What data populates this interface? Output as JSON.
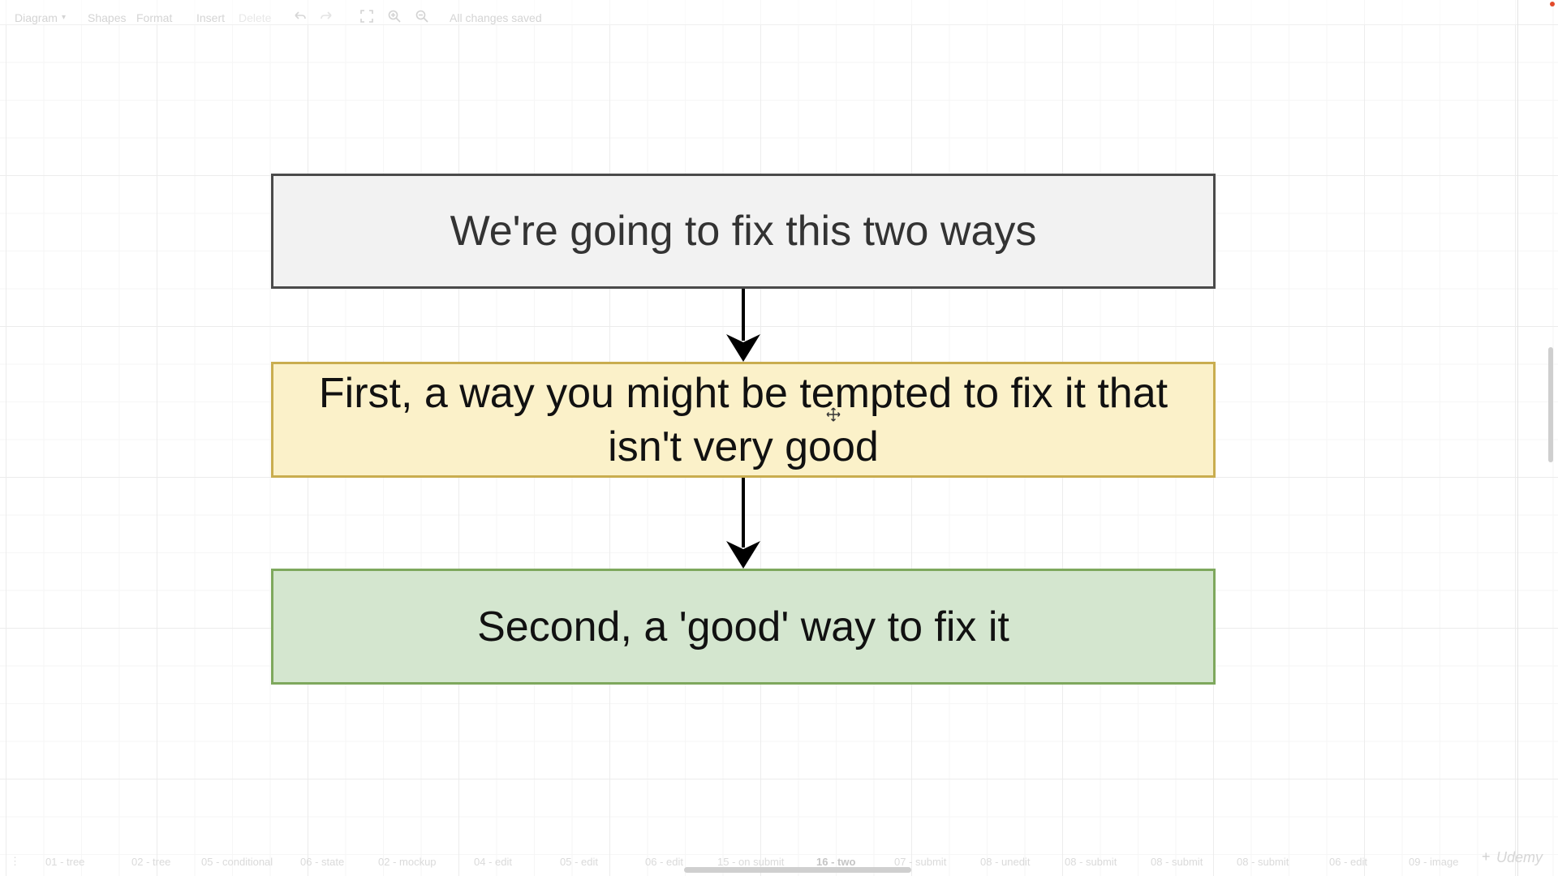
{
  "toolbar": {
    "diagram_menu": "Diagram",
    "shapes": "Shapes",
    "format": "Format",
    "insert": "Insert",
    "delete": "Delete",
    "status": "All changes saved"
  },
  "diagram": {
    "box1": "We're going to fix this two ways",
    "box2": "First, a way you might be tempted to fix it that isn't very good",
    "box3": "Second, a 'good' way to fix it"
  },
  "pages": [
    {
      "label": "01 - tree"
    },
    {
      "label": "02 - tree"
    },
    {
      "label": "05 - conditional"
    },
    {
      "label": "06 - state"
    },
    {
      "label": "02 - mockup"
    },
    {
      "label": "04 - edit"
    },
    {
      "label": "05 - edit"
    },
    {
      "label": "06 - edit"
    },
    {
      "label": "15 - on submit"
    },
    {
      "label": "16 - two"
    },
    {
      "label": "07 - submit"
    },
    {
      "label": "08 - unedit"
    },
    {
      "label": "08 - submit"
    },
    {
      "label": "08 - submit"
    },
    {
      "label": "08 - submit"
    },
    {
      "label": "06 - edit"
    },
    {
      "label": "09 - image"
    }
  ],
  "watermark": "Udemy",
  "colors": {
    "box1_fill": "#f2f2f2",
    "box1_stroke": "#4a4a4a",
    "box2_fill": "#fbf1c9",
    "box2_stroke": "#c9ad4f",
    "box3_fill": "#d4e6cf",
    "box3_stroke": "#7ea85d"
  }
}
